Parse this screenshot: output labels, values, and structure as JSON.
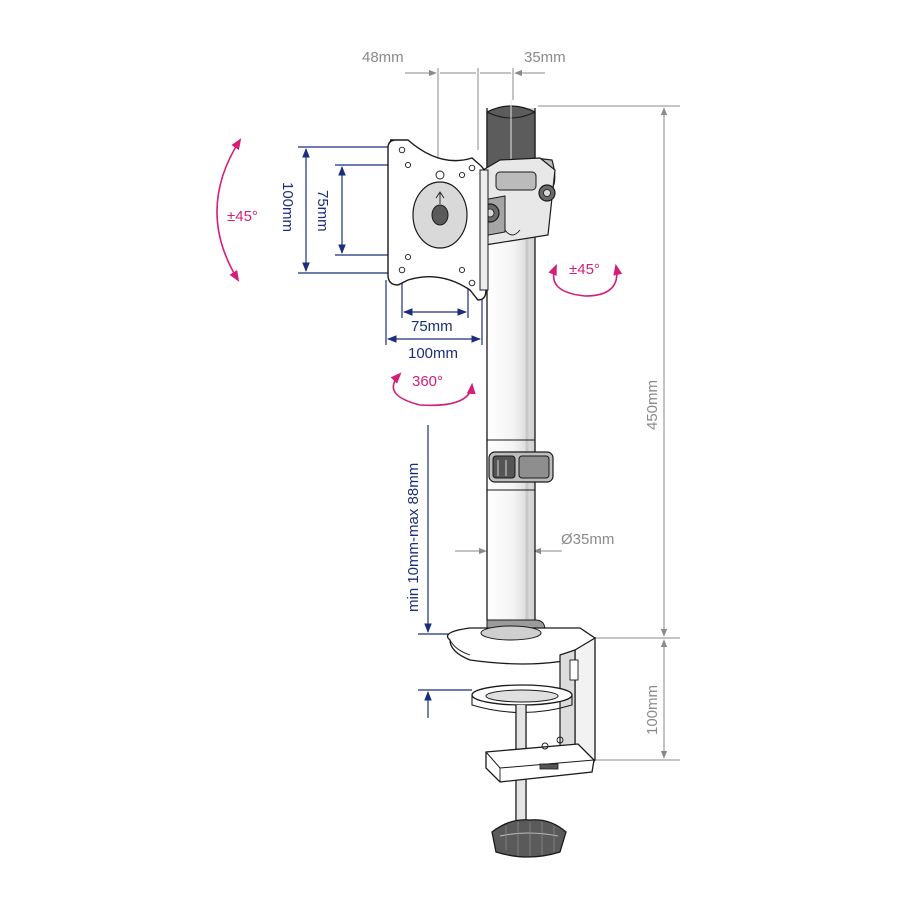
{
  "diagram": {
    "colors": {
      "dimension_gray": "#8a8a8a",
      "dimension_blue": "#1a2e7a",
      "rotation_pink": "#d41f7a"
    },
    "dimensions": {
      "arm_offset": "48mm",
      "head_offset": "35mm",
      "pole_height": "450mm",
      "vesa_h_small": "75mm",
      "vesa_h_large": "100mm",
      "vesa_v_small": "75mm",
      "vesa_v_large": "100mm",
      "pole_diameter": "Ø35mm",
      "clamp_height": "100mm",
      "desk_thickness": "min 10mm-max 88mm"
    },
    "rotations": {
      "tilt": "±45°",
      "swivel": "±45°",
      "rotation": "360°"
    }
  }
}
